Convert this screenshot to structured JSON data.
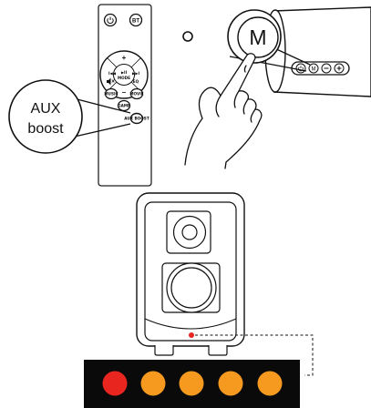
{
  "remote": {
    "power_icon": "power-icon",
    "bt_label": "BT",
    "plus_label": "+",
    "minus_label": "–",
    "play_label": "▶II",
    "mode_label": "MODE",
    "prev_label": "I◀◀",
    "next_label": "▶▶I",
    "mute_icon": "mute-icon",
    "eq_label": "EQ",
    "small_keys": [
      "MUSIC",
      "MOVIE",
      "GAME",
      "AUX BOOST"
    ]
  },
  "callout_aux": {
    "line1": "AUX",
    "line2": "boost"
  },
  "speaker_panel": {
    "m_label": "M",
    "buttons": [
      "power-icon",
      "M",
      "minus-icon",
      "plus-icon"
    ]
  },
  "led_bar": {
    "leds": [
      "red",
      "orange",
      "orange",
      "orange",
      "orange"
    ],
    "colors": {
      "red": "#e8261f",
      "orange": "#f59a1e",
      "bar": "#0a0a0a",
      "indicator": "#e8261f"
    }
  }
}
